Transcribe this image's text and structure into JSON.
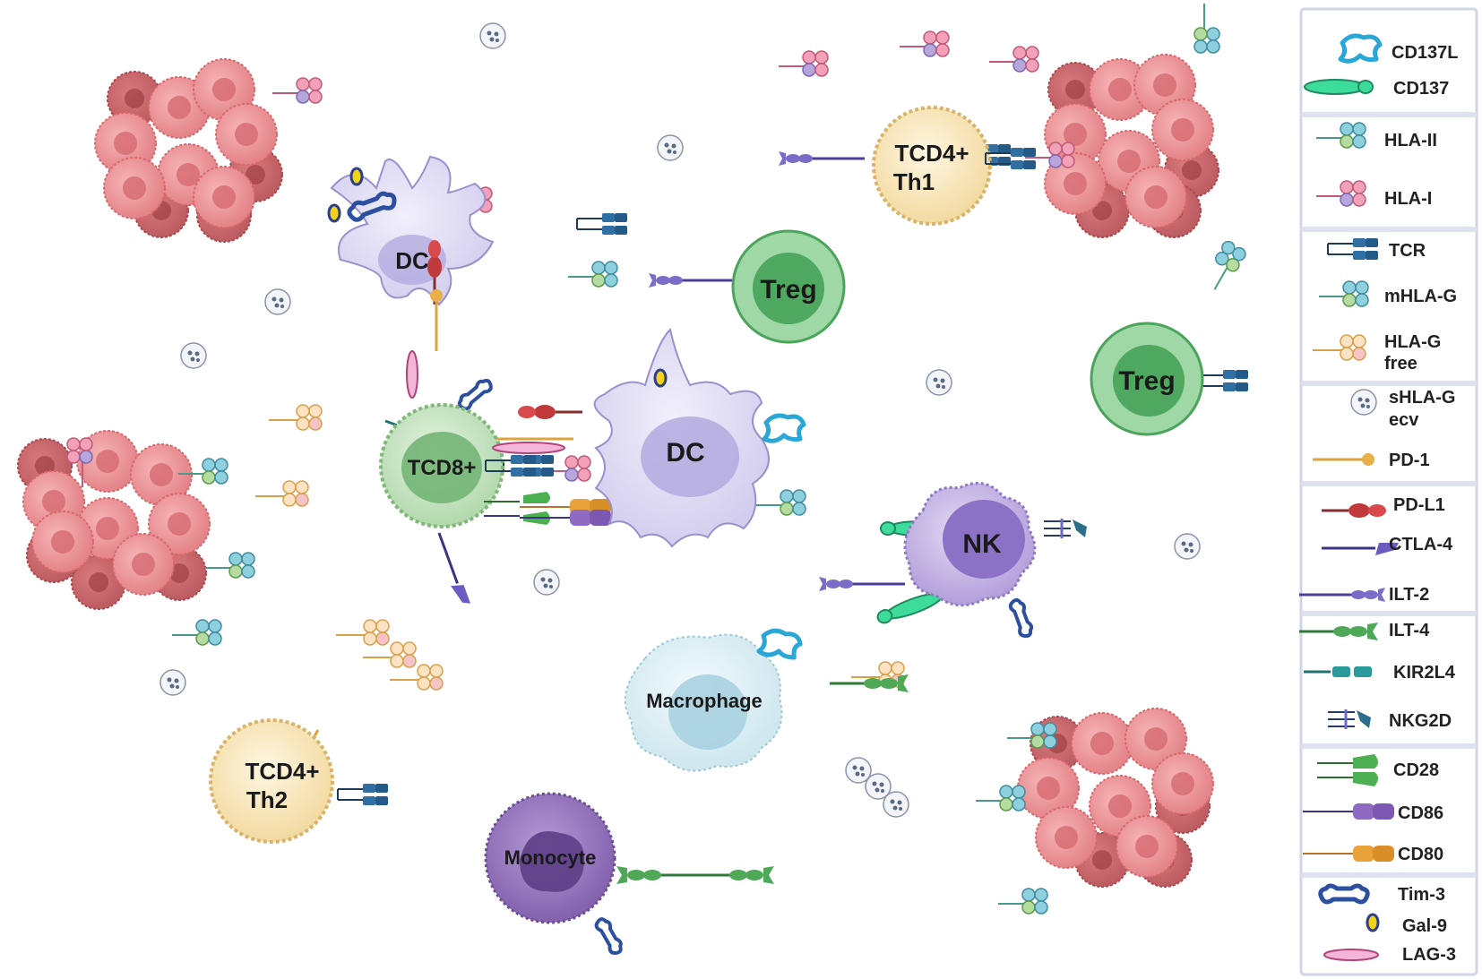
{
  "cells": {
    "dc_top": "DC",
    "dc_center": "DC",
    "tcd8": "TCD8+",
    "th1_l1": "TCD4+",
    "th1_l2": "Th1",
    "th2_l1": "TCD4+",
    "th2_l2": "Th2",
    "treg_center": "Treg",
    "treg_right": "Treg",
    "nk": "NK",
    "macrophage": "Macrophage",
    "monocyte": "Monocyte"
  },
  "legend": {
    "cd137l": "CD137L",
    "cd137": "CD137",
    "hla2": "HLA-II",
    "hla1": "HLA-I",
    "tcr": "TCR",
    "mhlag": "mHLA-G",
    "hlag_free_l1": "HLA-G",
    "hlag_free_l2": "free",
    "shlag_l1": "sHLA-G",
    "shlag_l2": "ecv",
    "pd1": "PD-1",
    "pdl1": "PD-L1",
    "ctla4": "CTLA-4",
    "ilt2": "ILT-2",
    "ilt4": "ILT-4",
    "kir2l4": "KIR2L4",
    "nkg2d": "NKG2D",
    "cd28": "CD28",
    "cd86": "CD86",
    "cd80": "CD80",
    "tim3": "Tim-3",
    "gal9": "Gal-9",
    "lag3": "LAG-3"
  },
  "colors": {
    "tumor": "#e8868a",
    "tumor_dark": "#c85c62",
    "dc": "#dad6f0",
    "tcd8": "#b9dcb4",
    "th": "#f6e2b0",
    "treg": "#8fcf9a",
    "nk": "#b9a8dc",
    "macrophage": "#d8ecf2",
    "monocyte": "#8e6db4",
    "tcr": "#2f6fa3",
    "pd1": "#e0a33a",
    "pdl1": "#c0393b",
    "ctla4": "#5a4fa8",
    "ilt4": "#3f9a4a",
    "kir2l4": "#2a9a9a",
    "cd137l": "#2aa7d6",
    "cd137": "#3ddc9a",
    "tim3": "#2d4fa0",
    "gal9": "#f2d21a",
    "lag3": "#f0a8d0"
  }
}
